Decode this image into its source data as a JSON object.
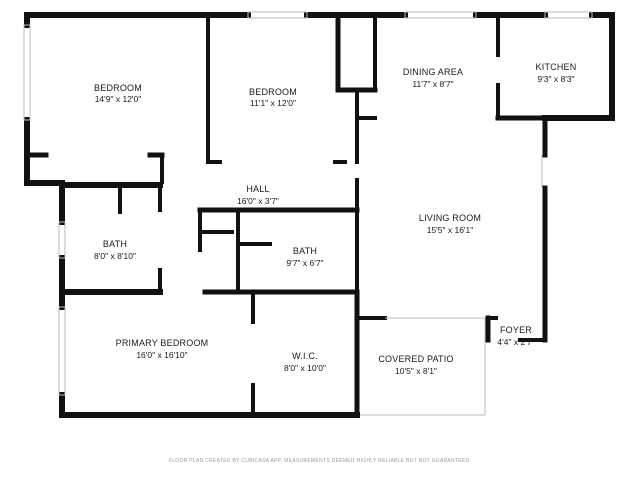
{
  "rooms": [
    {
      "key": "bedroom_1",
      "name": "BEDROOM",
      "dims": "14'9\" x 12'0\""
    },
    {
      "key": "bedroom_2",
      "name": "BEDROOM",
      "dims": "11'1\" x 12'0\""
    },
    {
      "key": "dining_area",
      "name": "DINING AREA",
      "dims": "11'7\" x 8'7\""
    },
    {
      "key": "kitchen",
      "name": "KITCHEN",
      "dims": "9'3\" x 8'3\""
    },
    {
      "key": "hall",
      "name": "HALL",
      "dims": "16'0\" x 3'7\""
    },
    {
      "key": "bath_1",
      "name": "BATH",
      "dims": "8'0\" x 8'10\""
    },
    {
      "key": "bath_2",
      "name": "BATH",
      "dims": "9'7\" x 6'7\""
    },
    {
      "key": "living_room",
      "name": "LIVING ROOM",
      "dims": "15'5\" x 16'1\""
    },
    {
      "key": "primary_bedroom",
      "name": "PRIMARY BEDROOM",
      "dims": "16'0\" x 16'10\""
    },
    {
      "key": "wic",
      "name": "W.I.C.",
      "dims": "8'0\" x 10'0\""
    },
    {
      "key": "covered_patio",
      "name": "COVERED PATIO",
      "dims": "10'5\" x 8'1\""
    },
    {
      "key": "foyer",
      "name": "FOYER",
      "dims": "4'4\" x 2'7\""
    }
  ],
  "footer": "FLOOR PLAN CREATED BY CUBICASA APP. MEASUREMENTS DEEMED HIGHLY RELIABLE BUT NOT GUARANTEED.",
  "colors": {
    "wall": "#111111",
    "window": "#bbbbbb",
    "background": "#ffffff"
  }
}
